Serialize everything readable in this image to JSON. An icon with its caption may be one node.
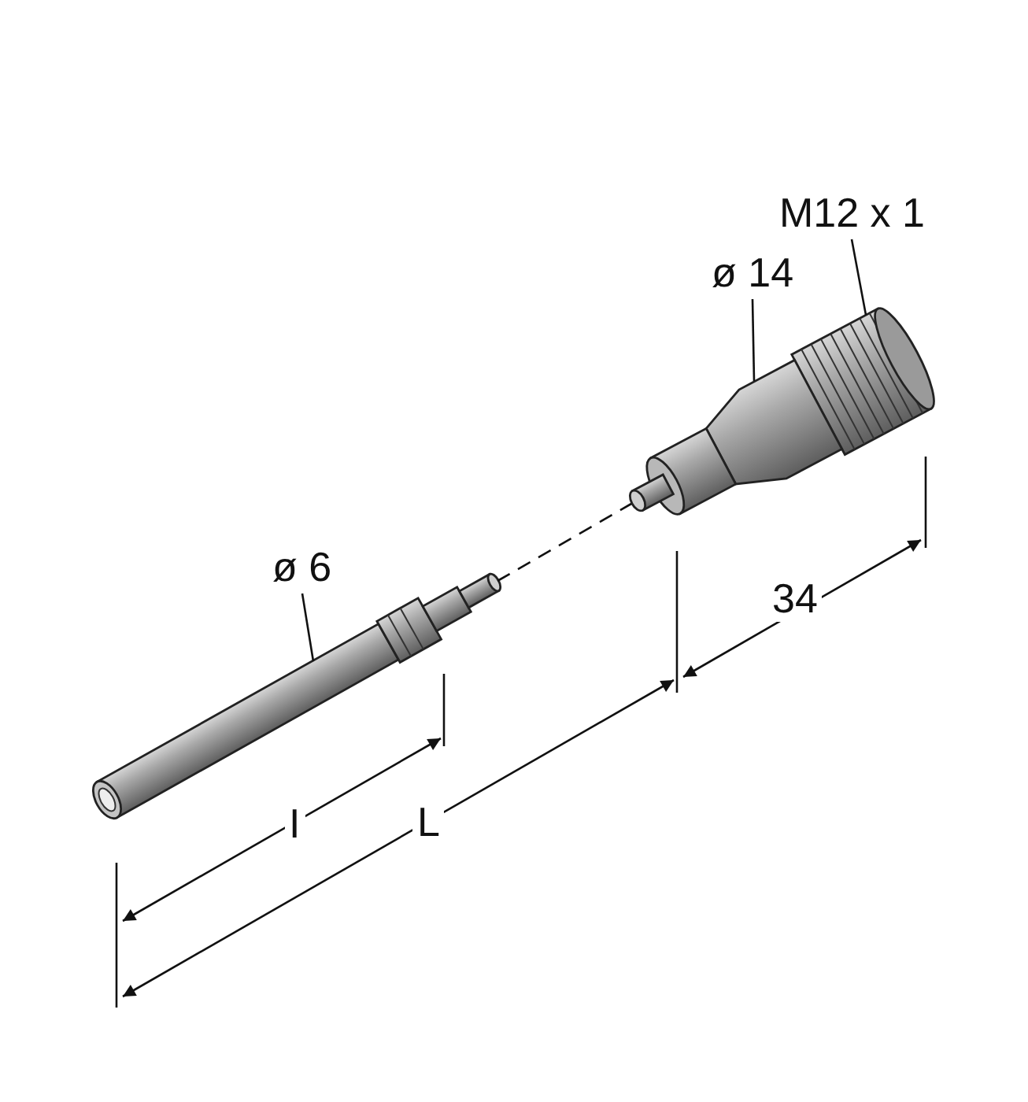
{
  "diagram": {
    "nodes": [
      {
        "text": [
          "M12 x 1"
        ]
      },
      {
        "text": [],
        "shape": "picture"
      },
      {
        "text": [
          "ø 14"
        ]
      },
      {
        "text": [],
        "shape": "picture"
      },
      {
        "text": [
          "ø 6"
        ]
      },
      {
        "text": [],
        "shape": "picture"
      }
    ],
    "edges": [
      {
        "from": 0,
        "to": 1,
        "arrow": "none"
      },
      {
        "from": 2,
        "to": 3,
        "arrow": "none"
      },
      {
        "from": 4,
        "to": 5,
        "arrow": "none"
      },
      {
        "from": 5,
        "to": 3,
        "arrow": "none",
        "style": "dashed"
      }
    ],
    "labels": [
      "34",
      "I",
      "L"
    ]
  }
}
